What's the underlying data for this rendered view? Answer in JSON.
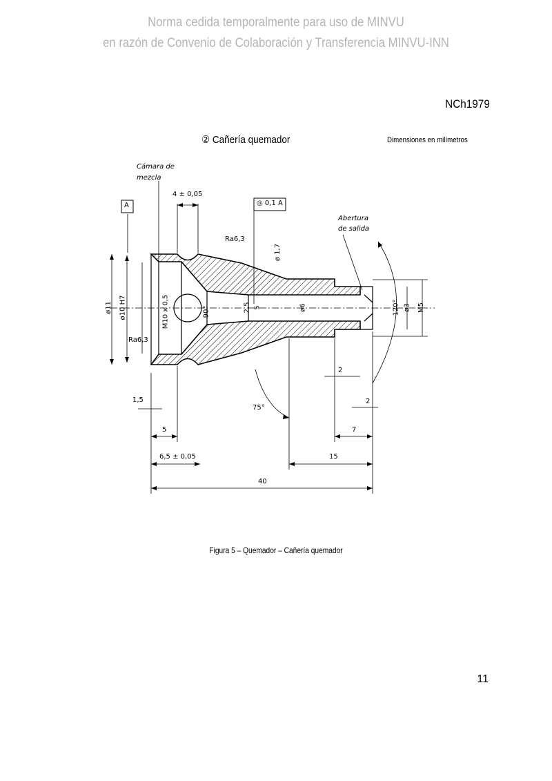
{
  "watermark": {
    "line1": "Norma cedida temporalmente para uso de MINVU",
    "line2": "en razón de Convenio de Colaboración y Transferencia MINVU-INN"
  },
  "header": {
    "doc_code": "NCh1979"
  },
  "section": {
    "title": "② Cañería quemador",
    "dimension_note": "Dimensiones en milímetros"
  },
  "drawing": {
    "labels": {
      "camara": "Cámara de",
      "mezcla": "mezcla",
      "datum": "A",
      "tol_width": "4 ± 0,05",
      "tolerance_frame": "◎ 0,1 A",
      "ra_upper": "Ra6,3",
      "ra_lower": "Ra6,3",
      "phi17": "ø 1,7",
      "abertura": "Abertura",
      "de_salida": "de salida",
      "phi11": "ø11",
      "phi10h7": "ø10 H7",
      "thread_m10": "M10 x 0,5",
      "angle90": "90°",
      "dim25": "2,5",
      "dim5": "5",
      "phi6": "ø6",
      "angle120": "120°",
      "phi3": "ø3",
      "m5": "M5",
      "dim2_a": "2",
      "dim2_b": "2",
      "dim15": "1,5",
      "angle75": "75°",
      "dim5_b": "5",
      "dim7": "7",
      "dim65": "6,5 ± 0,05",
      "dim15_b": "15",
      "dim40": "40"
    }
  },
  "figure_caption": "Figura 5 – Quemador – Cañería quemador",
  "page_number": "11"
}
